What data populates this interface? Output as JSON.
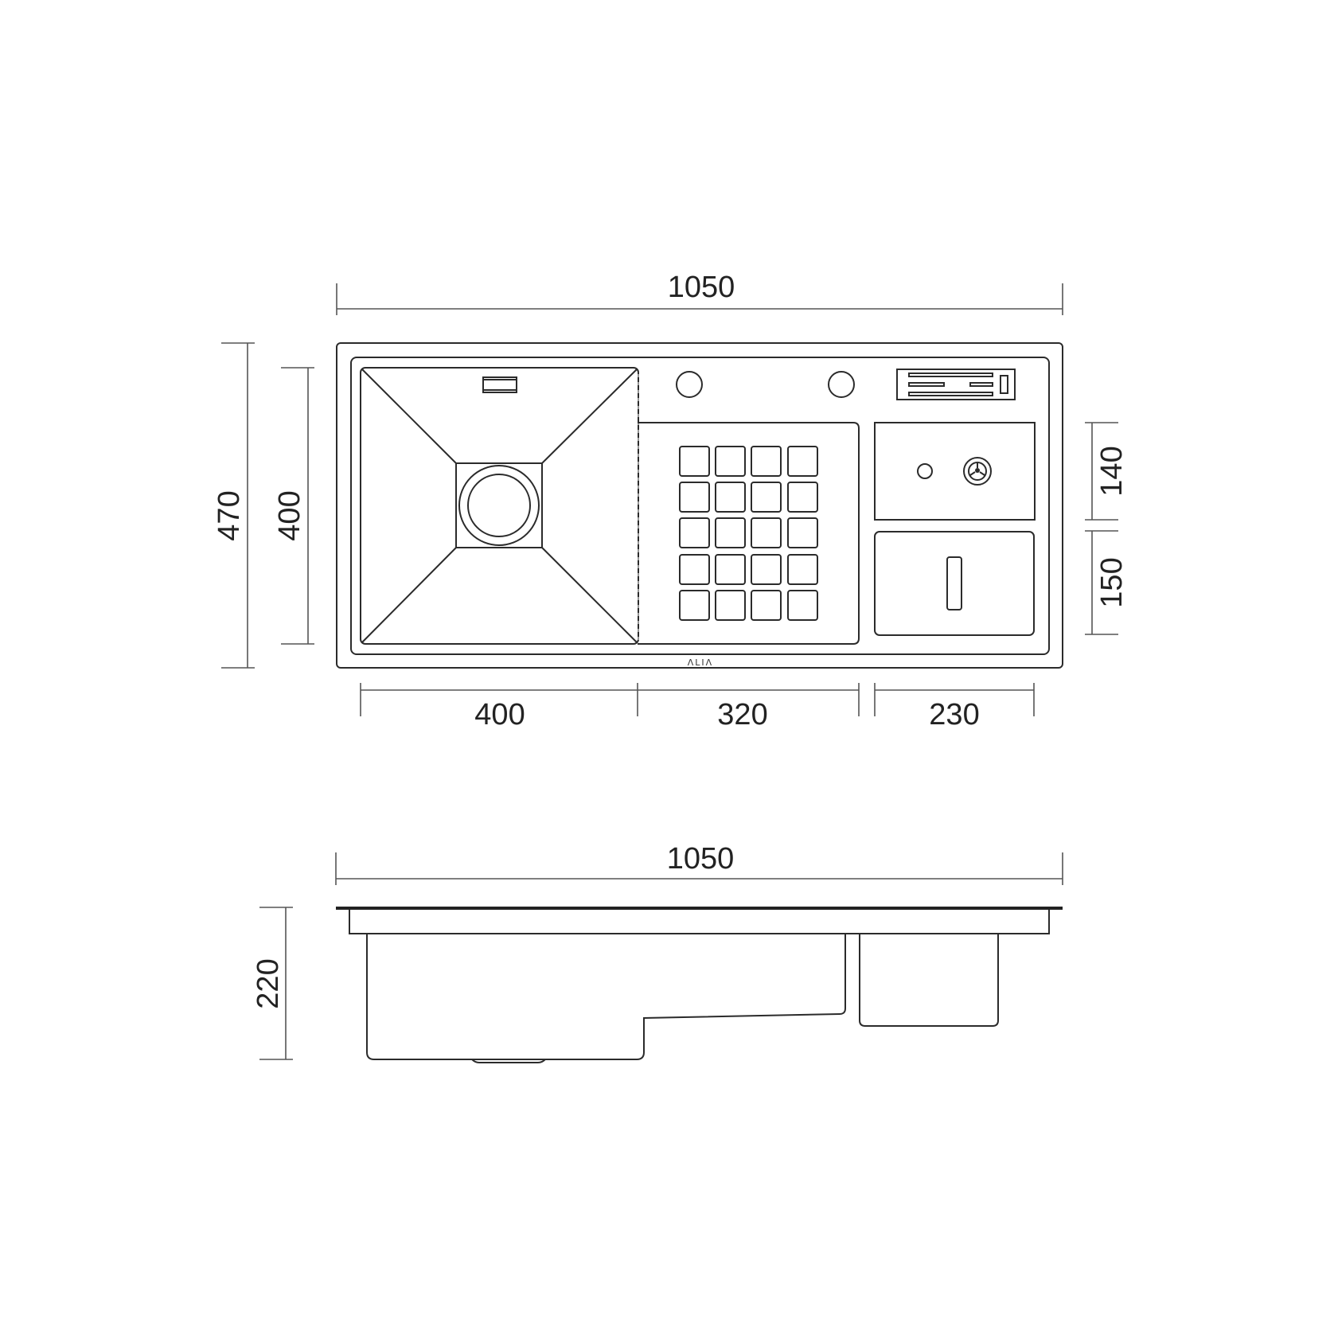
{
  "drawing": {
    "type": "technical drawing",
    "subject": "kitchen sink (top view and side view)",
    "colors": {
      "line": "#2b2b2b",
      "dimension": "#555555",
      "background": "#ffffff"
    }
  },
  "top_view": {
    "dimensions": {
      "overall_width": "1050",
      "overall_depth": "470",
      "bowl_depth": "400",
      "bowl_width": "400",
      "drainboard_width": "320",
      "side_compartment_width": "230",
      "upper_compartment_depth": "140",
      "lower_compartment_depth": "150"
    },
    "logo": "ΛLIΛ",
    "drainboard_grid": {
      "rows": 5,
      "cols": 4
    }
  },
  "side_view": {
    "dimensions": {
      "overall_width": "1050",
      "height": "220"
    }
  }
}
